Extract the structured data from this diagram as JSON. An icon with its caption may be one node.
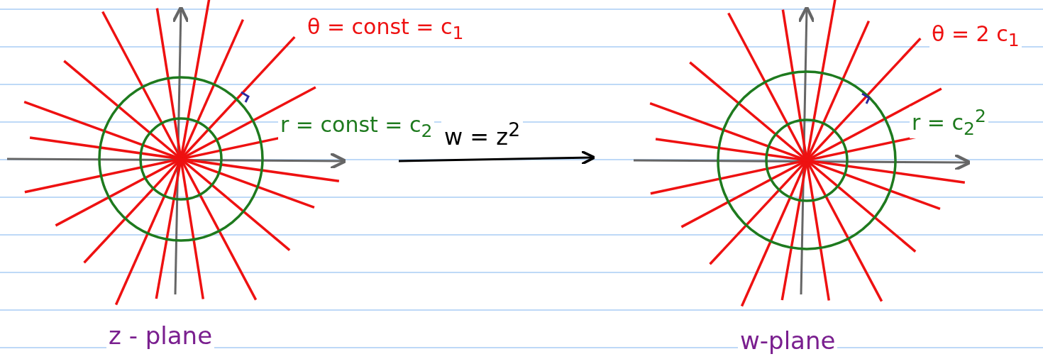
{
  "diagram": {
    "nodes": [
      {
        "text": [
          "θ = const = c$_{1}$",
          "r = const = c$_{2}$",
          "z - plane"
        ]
      },
      {
        "text": [
          "θ = 2 c$_{1}$",
          "r = c$_{2}$$^{2}$",
          "w-plane"
        ]
      }
    ],
    "edges": [
      {
        "from": 0,
        "to": 1,
        "arrow": "to",
        "label": "w = z$^{2}$"
      }
    ]
  }
}
